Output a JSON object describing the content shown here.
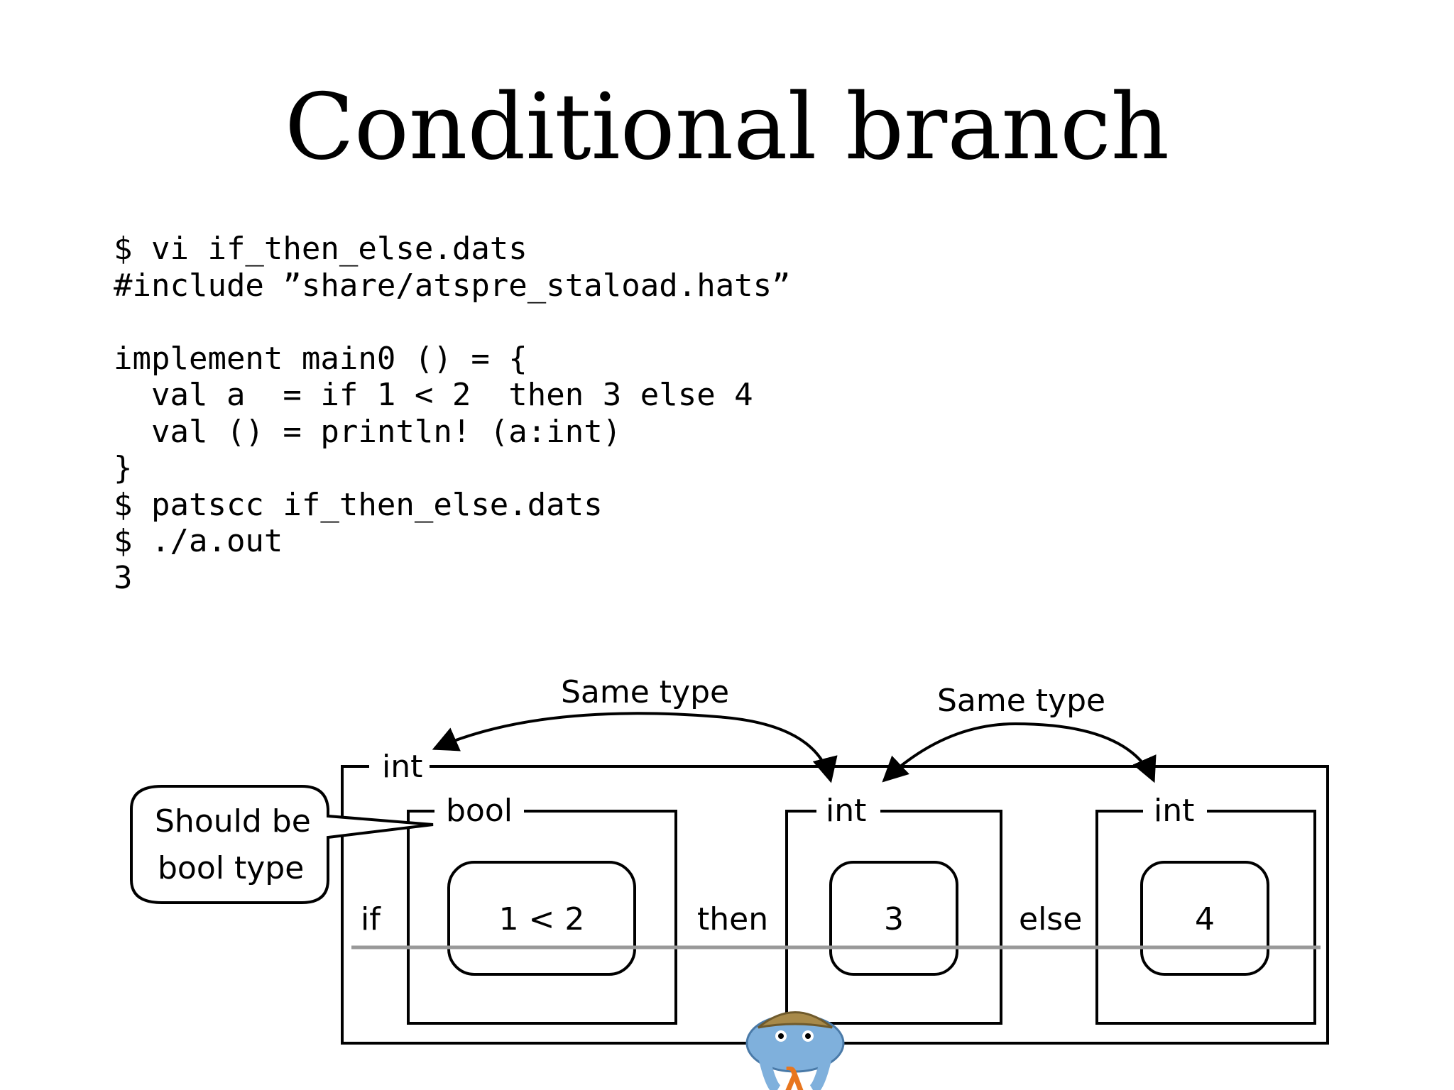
{
  "slide": {
    "title": "Conditional branch",
    "code_lines": [
      "$ vi if_then_else.dats",
      "#include ”share/atspre_staload.hats”",
      "",
      "implement main0 () = {",
      "  val a  = if 1 < 2  then 3 else 4",
      "  val () = println! (a:int)",
      "}",
      "$ patscc if_then_else.dats",
      "$ ./a.out",
      "3"
    ]
  },
  "diagram": {
    "arrow_label_left": "Same type",
    "arrow_label_right": "Same type",
    "outer_type": "int",
    "callout_line1": "Should be",
    "callout_line2": "bool type",
    "cond_type": "bool",
    "cond_expr": "1 < 2",
    "then_type": "int",
    "then_expr": "3",
    "else_type": "int",
    "else_expr": "4",
    "kw_if": "if",
    "kw_then": "then",
    "kw_else": "else"
  },
  "mascot": {
    "icon": "mascot-crab-lambda-icon",
    "shell_color": "#a88a4a",
    "body_color": "#7fb0dc",
    "lambda_color": "#e8761e"
  }
}
